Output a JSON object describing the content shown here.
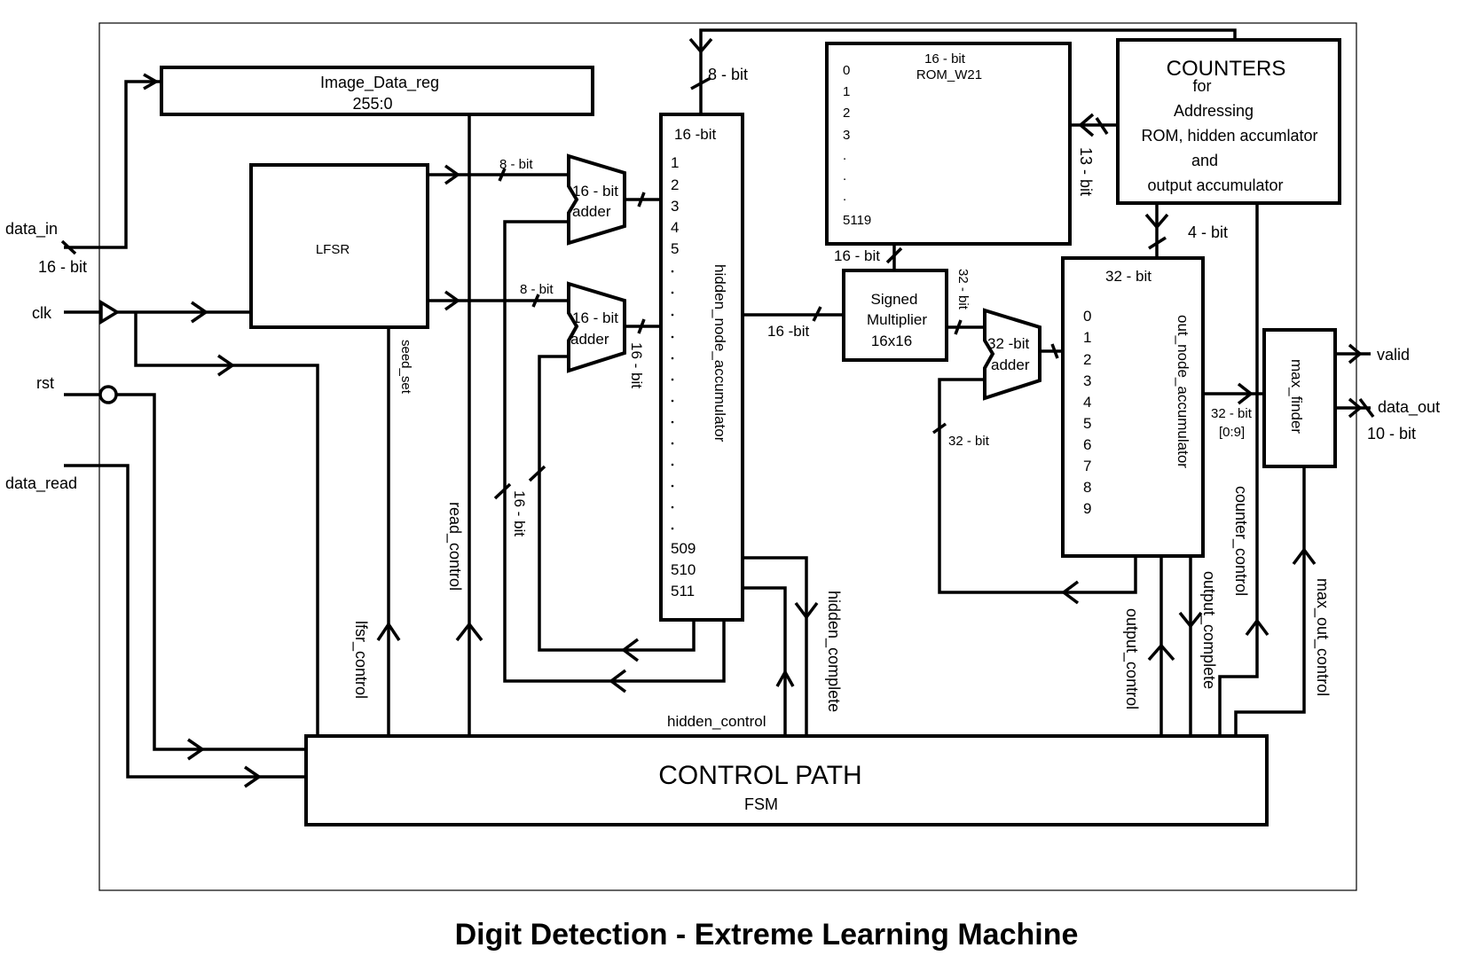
{
  "title": "Digit Detection - Extreme Learning Machine",
  "inputs": {
    "data_in": "data_in",
    "data_in_width": "16 - bit",
    "clk": "clk",
    "rst": "rst",
    "data_read": "data_read"
  },
  "outputs": {
    "valid": "valid",
    "data_out": "data_out",
    "data_out_width": "10 - bit"
  },
  "blocks": {
    "image_reg": {
      "name": "Image_Data_reg",
      "range": "255:0"
    },
    "lfsr": {
      "name": "LFSR"
    },
    "adder_top": {
      "line1": "16 - bit",
      "line2": "adder"
    },
    "adder_bottom": {
      "line1": "16 - bit",
      "line2": "adder"
    },
    "hidden_acc": {
      "width": "16 -bit",
      "name": "hidden_node_accumulator",
      "rows_top": [
        "1",
        "2",
        "3",
        "4",
        "5"
      ],
      "rows_bottom": [
        "509",
        "510",
        "511"
      ]
    },
    "rom": {
      "width": "16 - bit",
      "name": "ROM_W21",
      "rows": [
        "0",
        "1",
        "2",
        "3",
        ".",
        ".",
        ".",
        "5119"
      ]
    },
    "counters": {
      "title": "COUNTERS",
      "line1": "for",
      "line2": "Addressing",
      "line3": "ROM, hidden accumlator",
      "line4": "and",
      "line5": "output accumulator"
    },
    "multiplier": {
      "line1": "Signed",
      "line2": "Multiplier",
      "line3": "16x16"
    },
    "adder_32": {
      "line1": "32 -bit",
      "line2": "adder"
    },
    "out_acc": {
      "width": "32 - bit",
      "name": "out_node_accumulator",
      "rows": [
        "0",
        "1",
        "2",
        "3",
        "4",
        "5",
        "6",
        "7",
        "8",
        "9"
      ]
    },
    "max_finder": {
      "name": "max_finder"
    },
    "control": {
      "name": "CONTROL PATH",
      "sub": "FSM"
    }
  },
  "wire_labels": {
    "bus_8bit_top": "8 - bit",
    "bus_8bit_lfsr1": "8 - bit",
    "bus_8bit_lfsr2": "8 - bit",
    "bus_16bit_adder": "16 - bit",
    "bus_16bit_feedback": "16 - bit",
    "bus_16bit_hidden_out": "16 -bit",
    "bus_16bit_rom_out": "16 - bit",
    "bus_13bit": "13 - bit",
    "bus_4bit": "4 - bit",
    "bus_32bit_mult": "32 - bit",
    "bus_32bit_feedback": "32 - bit",
    "bus_32bit_out": "32 - bit",
    "bus_slice": "[0:9]",
    "seed_set": "seed_set",
    "read_control": "read_control",
    "lfsr_control": "lfsr_control",
    "hidden_control": "hidden_control",
    "hidden_complete": "hidden_complete",
    "output_control": "output_control",
    "output_complete": "output_complete",
    "counter_control": "counter_control",
    "max_out_control": "max_out_control"
  }
}
